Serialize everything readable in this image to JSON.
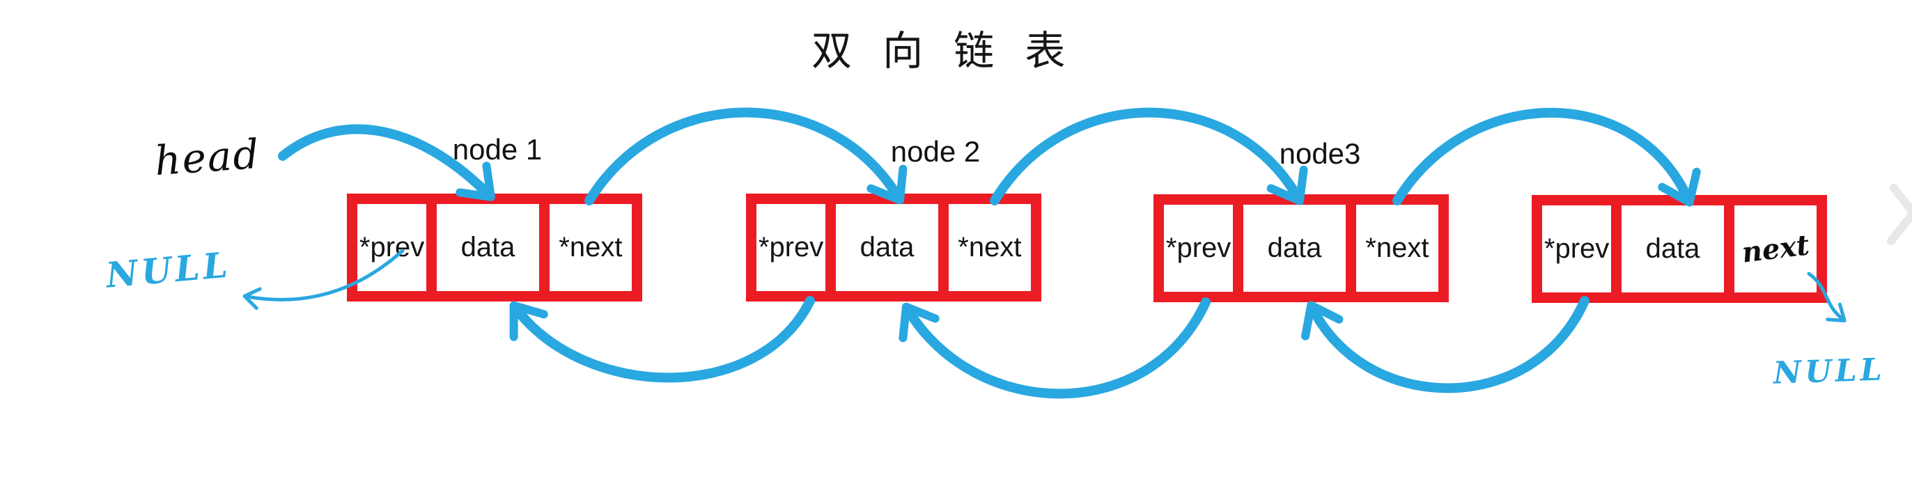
{
  "title": "双 向 链 表",
  "labels": {
    "head": "head",
    "null_left": "NULL",
    "null_right": "NULL"
  },
  "nodes": [
    {
      "name": "node 1",
      "prev": "*prev",
      "data": "data",
      "next": "*next"
    },
    {
      "name": "node 2",
      "prev": "*prev",
      "data": "data",
      "next": "*next"
    },
    {
      "name": "node3",
      "prev": "*prev",
      "data": "data",
      "next": "*next"
    },
    {
      "name": "",
      "prev": "*prev",
      "data": "data",
      "next": "next",
      "next_handwritten": true
    }
  ],
  "edges": [
    {
      "from": "head",
      "to": "node1.data",
      "type": "forward"
    },
    {
      "from": "node1.next",
      "to": "node2.data",
      "type": "forward"
    },
    {
      "from": "node2.next",
      "to": "node3.data",
      "type": "forward"
    },
    {
      "from": "node3.next",
      "to": "node4.data",
      "type": "forward"
    },
    {
      "from": "node2.prev",
      "to": "node1.data",
      "type": "back"
    },
    {
      "from": "node3.prev",
      "to": "node2.data",
      "type": "back"
    },
    {
      "from": "node4.prev",
      "to": "node3.data",
      "type": "back"
    },
    {
      "from": "node1.prev",
      "to": "NULL",
      "type": "null"
    },
    {
      "from": "node4.next",
      "to": "NULL",
      "type": "null"
    }
  ],
  "icons": {
    "next_page_chevron": "chevron-right"
  },
  "colors": {
    "box_red": "#EC1C24",
    "arrow_blue": "#29A7E0",
    "ink_black": "#111111",
    "chevron_gray": "#E8E8E8"
  }
}
